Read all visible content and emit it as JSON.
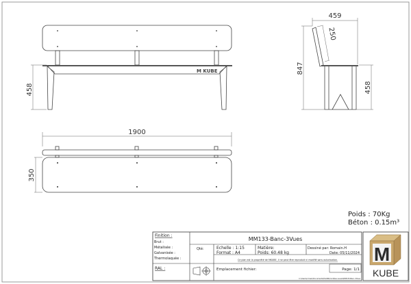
{
  "dimensions": {
    "front_height": "458",
    "top_width": "1900",
    "top_depth": "350",
    "side_depth": "459",
    "side_backrest": "250",
    "side_total_height": "847",
    "side_seat_height": "458"
  },
  "engraving": "M KUBE",
  "notes": {
    "weight": "Poids : 70Kg",
    "concrete": "Béton : 0.15m³"
  },
  "title_block": {
    "finition_label": "Finition :",
    "finitions": [
      "Brut :",
      "Métalisée :",
      "Galvanisée :",
      "Thermolaquée :"
    ],
    "ral_label": "RAL :",
    "title": "MM133-Banc-3Vues",
    "qte_label": "Qté:",
    "echelle": "Echelle : 1:15",
    "format": "Format :  A4",
    "matiere": "Matière:",
    "poids": "Poids: 60.48 kg",
    "dessine": "Dessiné par: Romain.H",
    "date": "Date: 05/11/2024",
    "notice": "Ce plan est la propriété de MKUBE, il ne peut être reproduit ni modifié sans autorisation.",
    "emplacement": "Emplacement fichier:",
    "page": "Page:  1/1",
    "path": "C:\\Users\\romain\\Documents\\PLANS\\modèles usuels\\MM133-Banc-3Vues",
    "logo_text": "KUBE",
    "logo_letter": "M"
  },
  "colors": {
    "logo_wood": "#c9a76c",
    "logo_dark": "#2b2b2b"
  }
}
